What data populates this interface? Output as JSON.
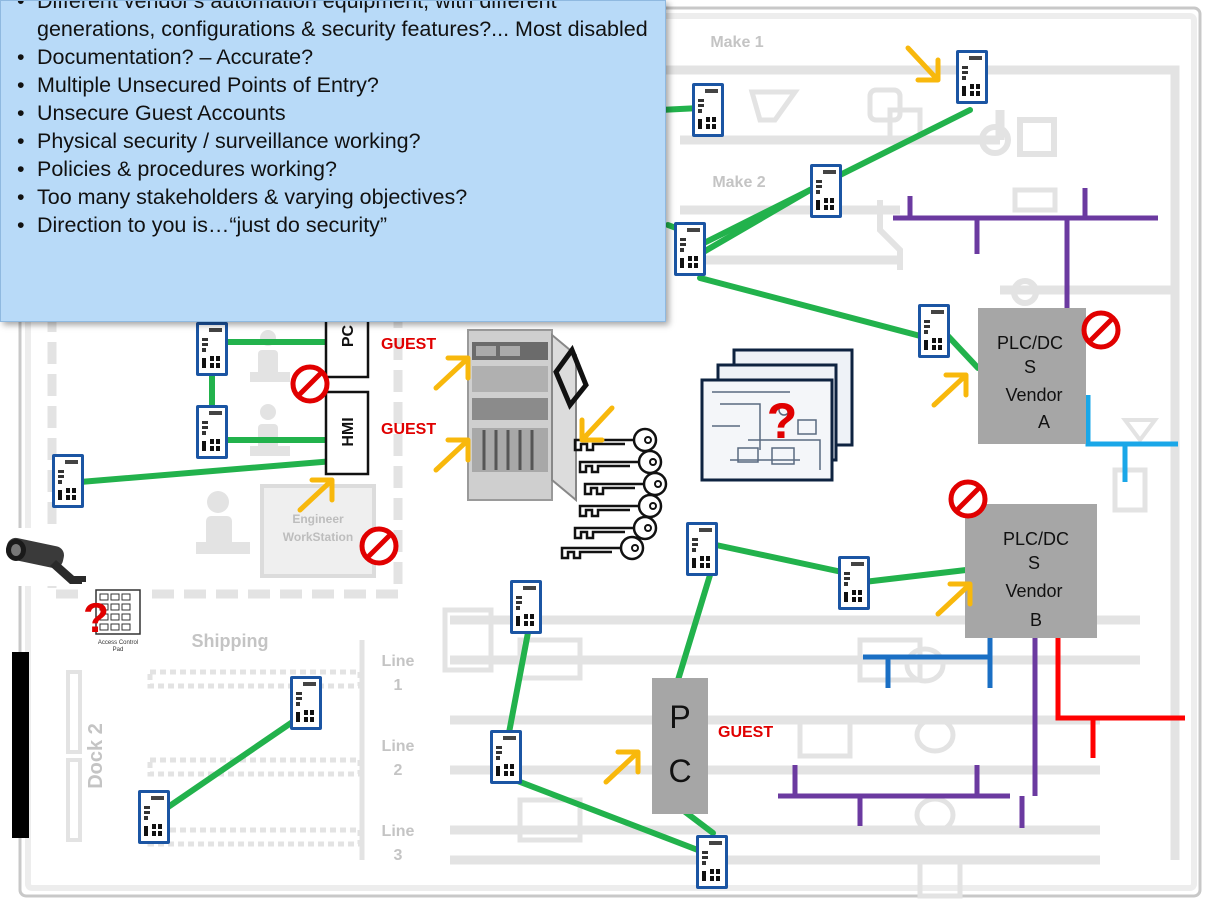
{
  "bullets": [
    "Different vendor's automation equipment, with different generations, configurations & security features?... Most disabled",
    "Documentation? – Accurate?",
    "Multiple Unsecured Points of Entry?",
    "Unsecure Guest Accounts",
    "Physical security / surveillance working?",
    "Policies & procedures working?",
    "Too many stakeholders & varying objectives?",
    "Direction to you is…“just do security”"
  ],
  "areas": {
    "make1": "Make 1",
    "make2": "Make 2",
    "shipping": "Shipping",
    "dock2": "Dock 2",
    "line1a": "Line",
    "line1b": "1",
    "line2a": "Line",
    "line2b": "2",
    "line3a": "Line",
    "line3b": "3",
    "engineer_a": "Engineer",
    "engineer_b": "WorkStation"
  },
  "devices": {
    "pc_label": "PC",
    "hmi_label": "HMI",
    "pc_big_1": "P",
    "pc_big_2": "C",
    "plc_a": [
      "PLC/DC",
      "S",
      "Vendor",
      "A"
    ],
    "plc_b": [
      "PLC/DC",
      "S",
      "Vendor",
      "B"
    ],
    "access_pad_1": "Access Control",
    "access_pad_2": "Pad"
  },
  "guest_labels": [
    "GUEST",
    "GUEST",
    "GUEST"
  ],
  "question_mark": "?",
  "colors": {
    "callout_bg": "#b8daf8",
    "green_link": "#22b24c",
    "purple_bus": "#6b3aa0",
    "blue_bus": "#1a6fc4",
    "cyan_bus": "#1aa7e8",
    "red_bus": "#ff0000",
    "arrow": "#f8b80c",
    "no_sign": "#e10000",
    "plc_box": "#a6a6a6",
    "floor_plan": "#e3e3e3"
  },
  "icons": [
    "network-switch-icon",
    "no-entry-icon",
    "arrow-icon",
    "security-camera-icon",
    "keys-icon",
    "server-rack-icon",
    "documents-icon"
  ]
}
